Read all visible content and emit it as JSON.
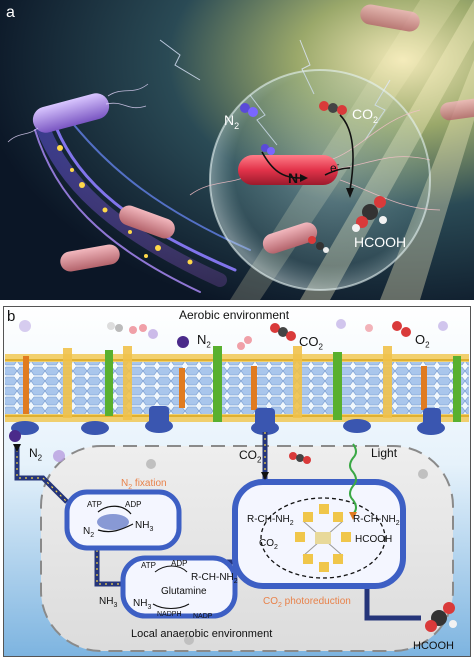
{
  "panel_a": {
    "letter": "a",
    "n2": "N",
    "n2_sub": "2",
    "co2": "CO",
    "co2_sub": "2",
    "n_label": "N",
    "e_label": "e",
    "e_sup": "-",
    "product": "HCOOH"
  },
  "panel_b": {
    "letter": "b",
    "aerobic": "Aerobic environment",
    "n2": "N",
    "n2_sub": "2",
    "co2": "CO",
    "co2_sub": "2",
    "o2": "O",
    "o2_sub": "2",
    "n2_in": "N",
    "n2_in_sub": "2",
    "co2_in": "CO",
    "co2_in_sub": "2",
    "light": "Light",
    "n2_fixation": "N",
    "n2_fixation_sub": "2",
    "n2_fixation_rest": " fixation",
    "nitrogenase": {
      "atp": "ATP",
      "adp": "ADP",
      "n2": "N",
      "n2_sub": "2",
      "nh3": "NH",
      "nh3_sub": "3"
    },
    "nh3_out": "NH",
    "nh3_out_sub": "3",
    "glutamine": {
      "atp": "ATP",
      "adp": "ADP",
      "product": "R-CH-NH",
      "product_sub": "2",
      "nh3": "NH",
      "nh3_sub": "3",
      "name": "Glutamine",
      "nadph": "NADPH",
      "nadp": "NADP"
    },
    "photo": {
      "r1": "R-CH-NH",
      "r1_sub": "2",
      "co2": "CO",
      "co2_sub": "2",
      "r2": "R-CH-NH",
      "r2_sub": "2",
      "hcooh": "HCOOH"
    },
    "co2_photoreduction": "CO",
    "co2_photoreduction_sub": "2",
    "co2_photoreduction_rest": " photoreduction",
    "anaerobic": "Local anaerobic environment",
    "hcooh_out": "HCOOH"
  },
  "colors": {
    "bg_dark": "#0d1a2c",
    "membrane_blue": "#8fb3e0",
    "helix_green": "#59b02f",
    "helix_orange": "#e07b20",
    "channel_blue": "#3a56b0",
    "compartment_blue": "#3d5fc4",
    "label_orange": "#e8824a",
    "bacterium_red": "#e23a4a",
    "bacterium_pink": "#d98c94",
    "bacterium_purple": "#a27fd8"
  }
}
